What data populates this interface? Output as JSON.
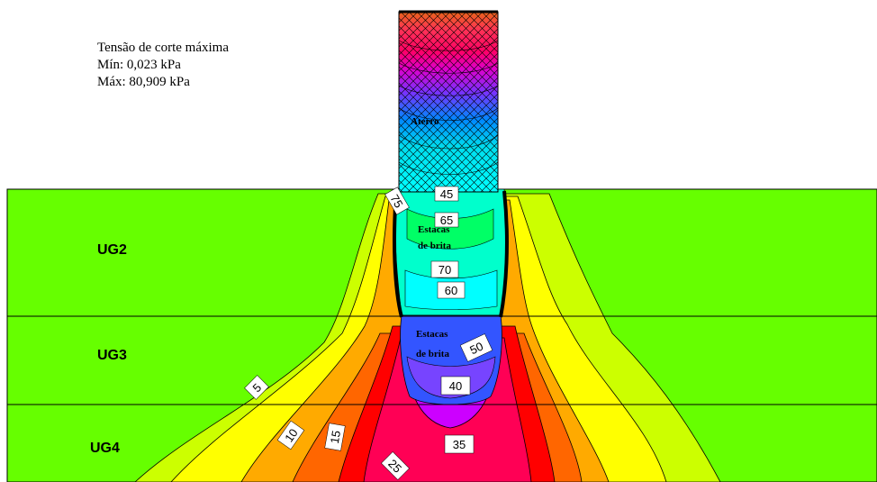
{
  "legend": {
    "title": "Tensão de corte máxima",
    "min_label": "Mín: 0,023 kPa",
    "max_label": "Máx: 80,909 kPa"
  },
  "layers": {
    "ug2": "UG2",
    "ug3": "UG3",
    "ug4": "UG4"
  },
  "materials": {
    "embankment": "Aterro",
    "column_upper_1": "Estacas",
    "column_upper_2": "de brita",
    "column_lower_1": "Estacas",
    "column_lower_2": "de brita"
  },
  "contour_labels": [
    "45",
    "75",
    "65",
    "70",
    "60",
    "50",
    "40",
    "5",
    "10",
    "15",
    "35",
    "25"
  ],
  "colors": {
    "soil_green": "#66ff00",
    "yellow_green": "#ccff00",
    "yellow": "#ffff00",
    "orange": "#ffaa00",
    "dark_orange": "#ff6600",
    "red": "#ff0000",
    "crimson": "#ff0055",
    "magenta": "#cc00ff",
    "blue": "#3355ff",
    "cyan": "#00ffff",
    "teal_green": "#00ff99"
  }
}
